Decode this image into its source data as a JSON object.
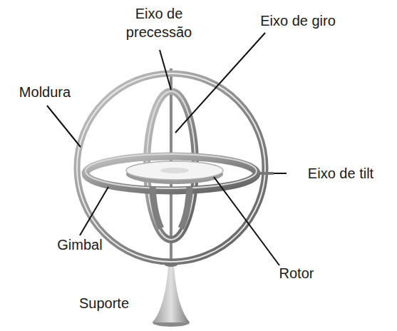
{
  "diagram": {
    "labels": [
      "Eixo de precessão",
      "Eixo de giro",
      "Moldura",
      "Eixo de tilt",
      "Gimbal",
      "Rotor",
      "Suporte"
    ]
  }
}
